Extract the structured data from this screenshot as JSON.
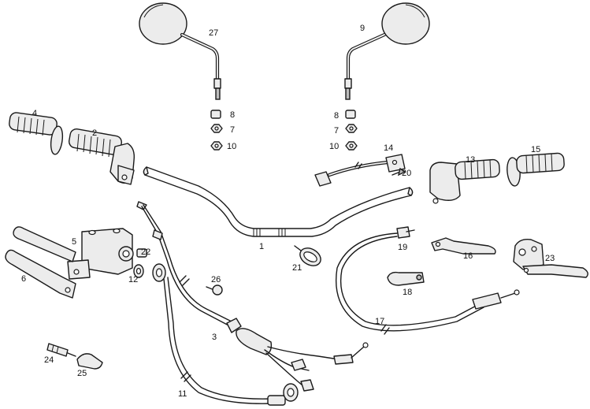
{
  "diagram": {
    "labels": {
      "1": "1",
      "2": "2",
      "3": "3",
      "4": "4",
      "5": "5",
      "6": "6",
      "7a": "7",
      "7b": "7",
      "8a": "8",
      "8b": "8",
      "9": "9",
      "10a": "10",
      "10b": "10",
      "11": "11",
      "12": "12",
      "13": "13",
      "14": "14",
      "15": "15",
      "16": "16",
      "17": "17",
      "18": "18",
      "19": "19",
      "20": "20",
      "21": "21",
      "22": "22",
      "23": "23",
      "24": "24",
      "25": "25",
      "26": "26",
      "27": "27"
    }
  }
}
